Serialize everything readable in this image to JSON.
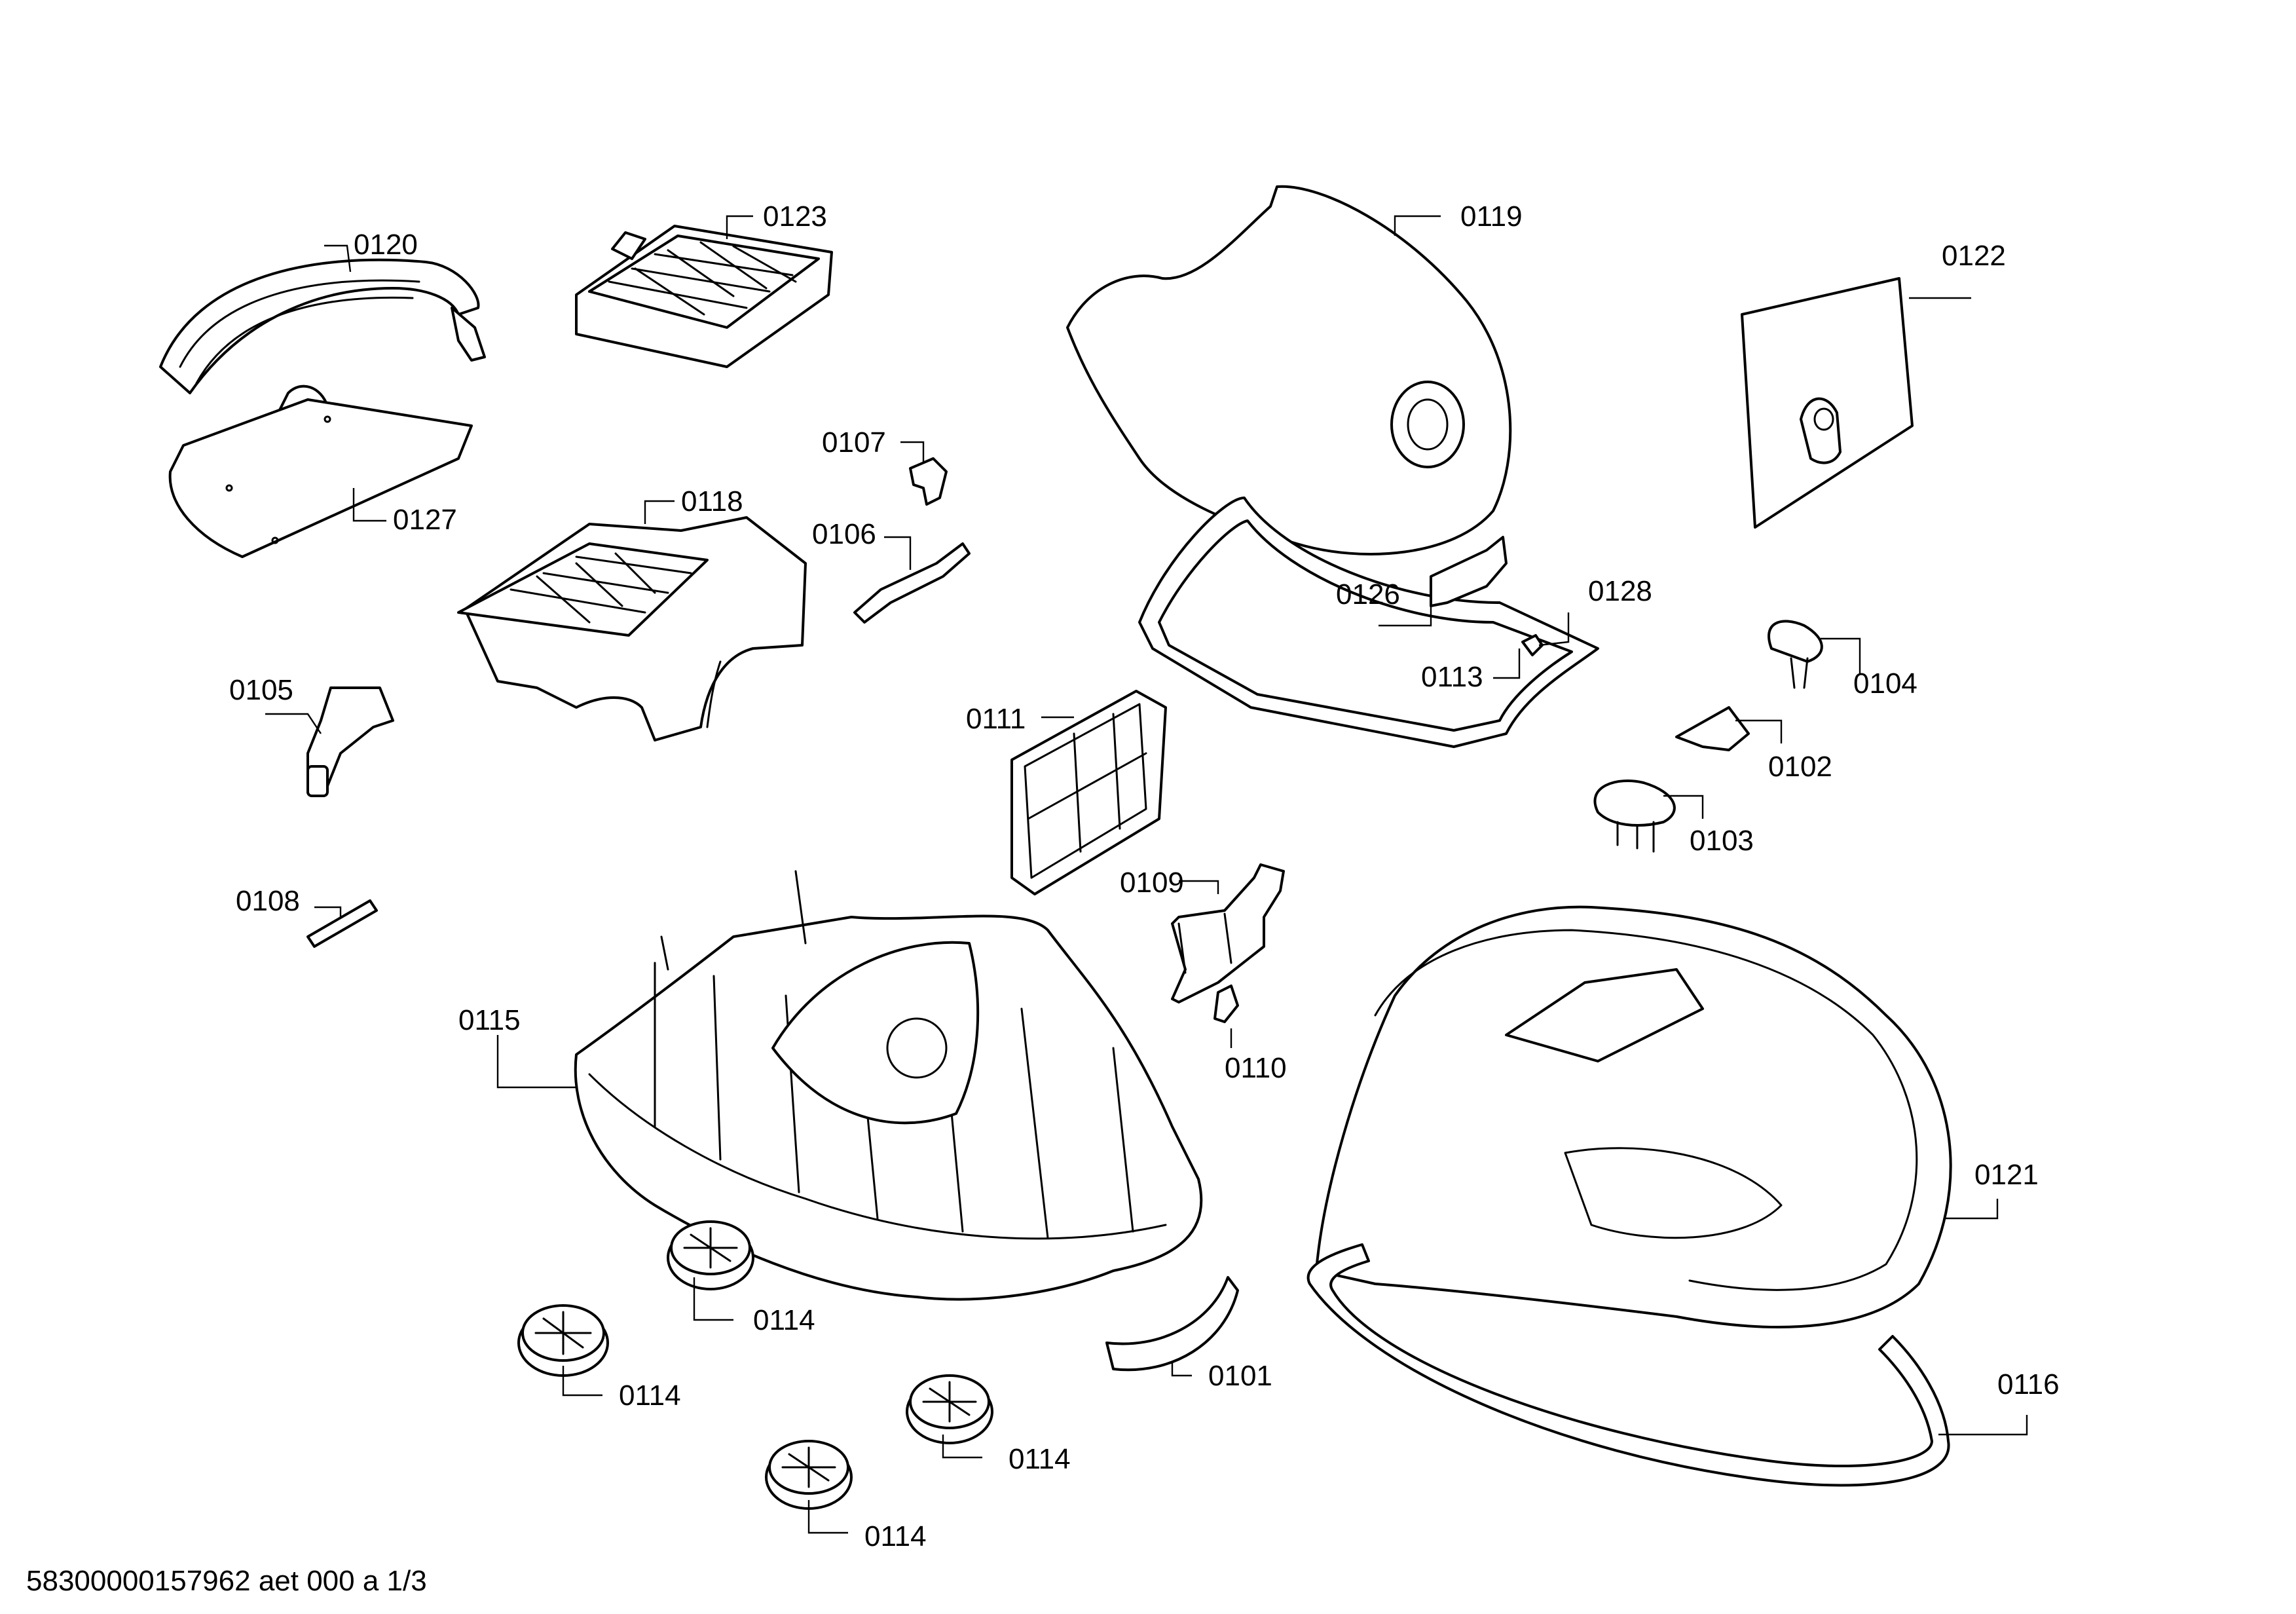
{
  "labels": {
    "p0101": "0101",
    "p0102": "0102",
    "p0103": "0103",
    "p0104": "0104",
    "p0105": "0105",
    "p0106": "0106",
    "p0107": "0107",
    "p0108": "0108",
    "p0109": "0109",
    "p0110": "0110",
    "p0111": "0111",
    "p0113": "0113",
    "p0114a": "0114",
    "p0114b": "0114",
    "p0114c": "0114",
    "p0114d": "0114",
    "p0115": "0115",
    "p0116": "0116",
    "p0118": "0118",
    "p0119": "0119",
    "p0120": "0120",
    "p0121": "0121",
    "p0122": "0122",
    "p0123": "0123",
    "p0126": "0126",
    "p0127": "0127",
    "p0128": "0128"
  },
  "footer": "58300000157962 aet 000 a 1/3"
}
